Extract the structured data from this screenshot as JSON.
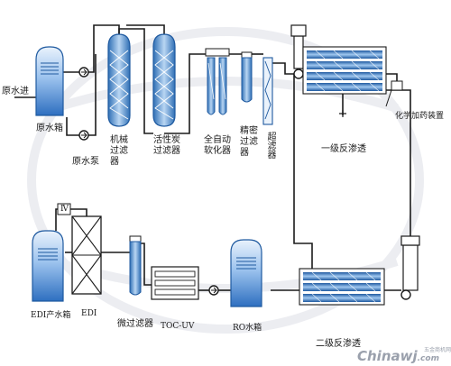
{
  "colors": {
    "pipe": "#1b1b1b",
    "tank_blue": "#3a7fcf",
    "tank_light": "#dbe9f8",
    "vessel_blue": "#4f8fd6",
    "membrane": "#2f6fb5",
    "watermark": "#c9cdda"
  },
  "labels": {
    "raw_water_inlet": "原水进",
    "raw_water_tank": "原水箱",
    "raw_water_pump": "原水泵",
    "mechanical_filter": "机械过滤器",
    "carbon_filter": "活性炭过滤器",
    "softener": "全自动软化器",
    "precision_filter": "精密过滤器",
    "ultra_filter": "超滤器",
    "first_stage_ro": "一级反渗透",
    "chemical_dosing": "化学加药装置",
    "edi_water_tank": "EDI产水箱",
    "edi": "EDI",
    "micro_filter": "微过滤器",
    "toc_uv": "TOC-UV",
    "ro_water_tank": "RO水箱",
    "second_stage_ro": "二级反渗透",
    "return_marker": "Ⅳ"
  },
  "watermark": {
    "brand_text": "Chinawj",
    "brand_suffix": ".com",
    "brand_sub": "五金商机网"
  }
}
